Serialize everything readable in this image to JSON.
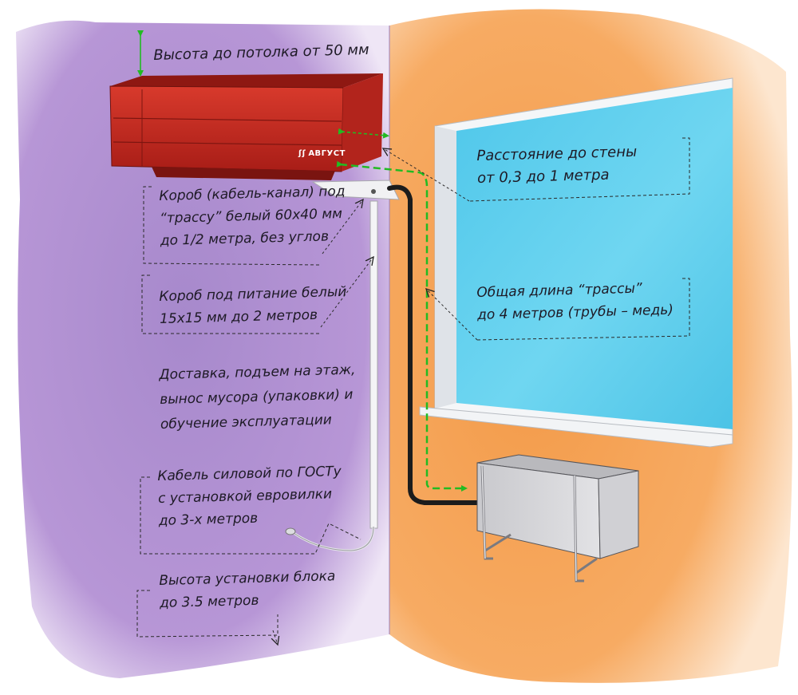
{
  "brand": {
    "logo": "ʃʃ",
    "name": "АВГУСТ"
  },
  "labels": {
    "ceiling": "Высота до потолка от 50 мм",
    "wall_distance": [
      "Расстояние до стены",
      "от 0,3 до 1 метра"
    ],
    "duct_box": [
      "Короб (кабель-канал) под",
      "“трассу” белый 60х40 мм",
      "до 1/2 метра, без углов"
    ],
    "power_box": [
      "Короб под питание белый",
      "15х15 мм до 2 метров"
    ],
    "route_length": [
      "Общая длина “трассы”",
      "до 4 метров (трубы – медь)"
    ],
    "delivery": [
      "Доставка, подъем на этаж,",
      "вынос мусора (упаковки) и",
      "обучение эксплуатации"
    ],
    "power_cable": [
      "Кабель силовой по ГОСТу",
      "с установкой евровилки",
      "до 3-х метров"
    ],
    "mount_height": [
      "Высота установки блока",
      "до 3.5 метров"
    ]
  },
  "colors": {
    "wall_left": "#b08fd0",
    "wall_right": "#f59a46",
    "window_glass": "#5fd0ee",
    "indoor_unit": "#c92a22",
    "arrow_green": "#22bb22",
    "pipe": "#1c1c1c"
  }
}
